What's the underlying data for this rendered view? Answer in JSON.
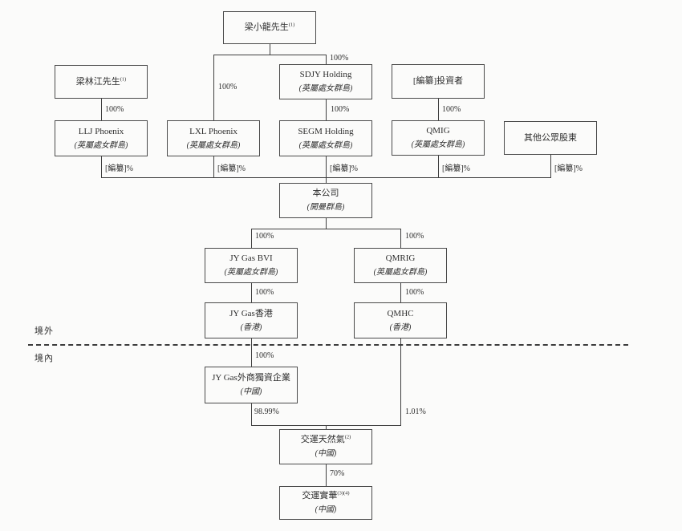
{
  "diagram_type": "corporate-shareholding-structure",
  "regions": {
    "outside_label": "境外",
    "inside_label": "境內"
  },
  "percent_labels": {
    "full": "100%",
    "redacted": "[編纂]%",
    "majority": "98.99%",
    "minority": "1.01%",
    "seventy": "70%"
  },
  "nodes": {
    "liang_xiaolong": {
      "name": "梁小龍先生",
      "note": "(1)"
    },
    "liang_linjiang": {
      "name": "梁林江先生",
      "note": "(1)"
    },
    "sdjy_holding": {
      "name": "SDJY Holding",
      "jurisdiction": "(英屬處女群島)"
    },
    "investors": {
      "name": "[編纂]投資者"
    },
    "llj_phoenix": {
      "name": "LLJ Phoenix",
      "jurisdiction": "(英屬處女群島)"
    },
    "lxl_phoenix": {
      "name": "LXL Phoenix",
      "jurisdiction": "(英屬處女群島)"
    },
    "segm_holding": {
      "name": "SEGM Holding",
      "jurisdiction": "(英屬處女群島)"
    },
    "qmig": {
      "name": "QMIG",
      "jurisdiction": "(英屬處女群島)"
    },
    "other_public_shareholders": {
      "name": "其他公眾股東"
    },
    "company": {
      "name": "本公司",
      "jurisdiction": "(開曼群島)"
    },
    "jy_gas_bvi": {
      "name": "JY Gas BVI",
      "jurisdiction": "(英屬處女群島)"
    },
    "qmrig": {
      "name": "QMRIG",
      "jurisdiction": "(英屬處女群島)"
    },
    "jy_gas_hk": {
      "name": "JY Gas香港",
      "jurisdiction": "(香港)"
    },
    "qmhc": {
      "name": "QMHC",
      "jurisdiction": "(香港)"
    },
    "jy_gas_wfoe": {
      "name": "JY Gas外商獨資企業",
      "jurisdiction": "(中國)"
    },
    "jiaoyun_natural_gas": {
      "name": "交運天然氣",
      "note": "(2)",
      "jurisdiction": "(中國)"
    },
    "jiaoyun_shihua": {
      "name": "交運實華",
      "note": "(3)(4)",
      "jurisdiction": "(中國)"
    }
  }
}
